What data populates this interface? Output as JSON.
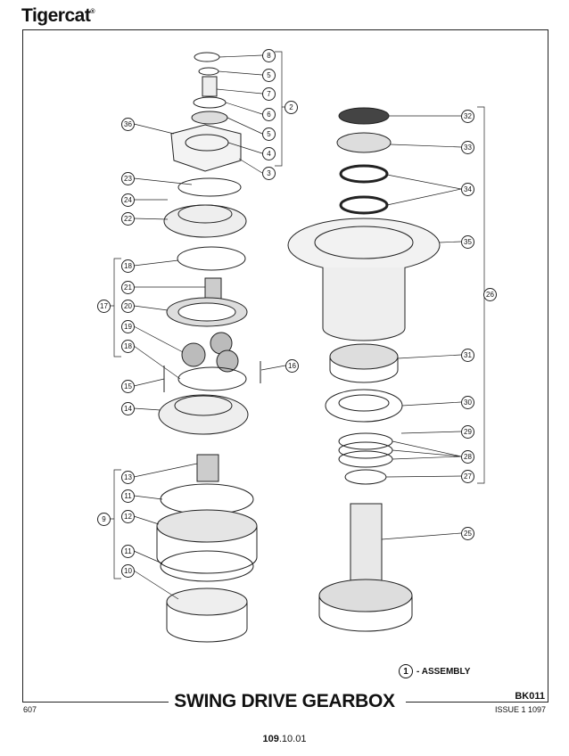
{
  "header": {
    "brand": "Tigercat",
    "registered": "®"
  },
  "diagram": {
    "title": "SWING DRIVE GEARBOX",
    "code": "BK011",
    "page_ref": "607",
    "issue": "ISSUE 1 1097",
    "assembly_callout": "1",
    "assembly_label": "- ASSEMBLY",
    "callouts": [
      "8",
      "5",
      "7",
      "6",
      "5",
      "4",
      "3",
      "2",
      "36",
      "23",
      "24",
      "22",
      "18",
      "21",
      "17",
      "20",
      "19",
      "18",
      "16",
      "15",
      "14",
      "13",
      "11",
      "9",
      "12",
      "11",
      "10",
      "32",
      "33",
      "34",
      "35",
      "26",
      "31",
      "30",
      "29",
      "28",
      "27",
      "25"
    ]
  },
  "footer": {
    "section": "109",
    "subsection": ".10.01"
  }
}
